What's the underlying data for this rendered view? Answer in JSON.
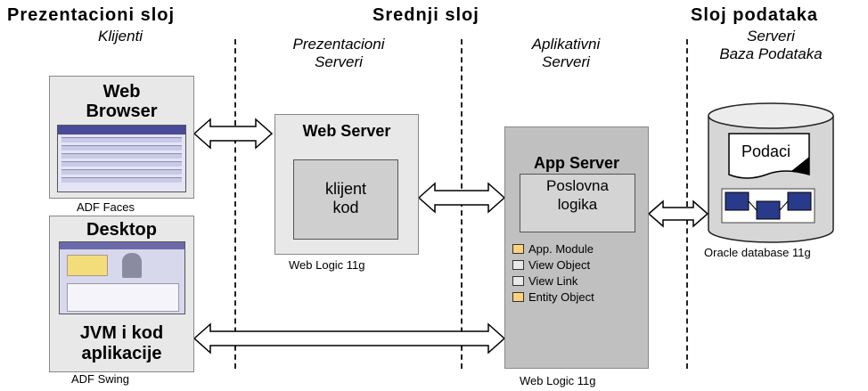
{
  "columns": {
    "presentation": {
      "title": "Prezentacioni sloj",
      "subtitle": "Klijenti"
    },
    "middle": {
      "title": "Srednji sloj",
      "sub_left": [
        "Prezentacioni",
        "Serveri"
      ],
      "sub_right": [
        "Aplikativni",
        "Serveri"
      ]
    },
    "data": {
      "title": "Sloj podataka",
      "subtitle": [
        "Serveri",
        "Baza Podataka"
      ]
    }
  },
  "web_browser": {
    "title": [
      "Web",
      "Browser"
    ],
    "caption": "ADF Faces"
  },
  "desktop": {
    "title": "Desktop",
    "bottom": [
      "JVM i kod",
      "aplikacije"
    ],
    "caption": "ADF Swing"
  },
  "web_server": {
    "title": "Web Server",
    "inner": [
      "klijent",
      "kod"
    ],
    "caption": "Web Logic 11g"
  },
  "app_server": {
    "title": "App Server",
    "inner": [
      "Poslovna",
      "logika"
    ],
    "items": [
      {
        "label": "App. Module",
        "icon": "app-module-icon"
      },
      {
        "label": "View Object",
        "icon": "view-object-icon"
      },
      {
        "label": "View Link",
        "icon": "view-link-icon"
      },
      {
        "label": "Entity Object",
        "icon": "entity-object-icon"
      }
    ],
    "caption": "Web Logic 11g"
  },
  "database": {
    "document": "Podaci",
    "caption": "Oracle database 11g"
  }
}
